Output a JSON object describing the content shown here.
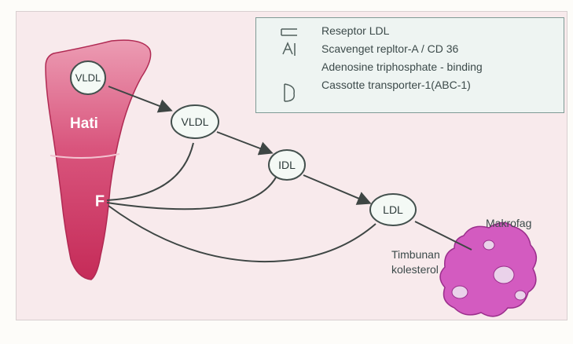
{
  "legend": {
    "items": [
      {
        "icon": "ldl-receptor-icon",
        "label": "Reseptor LDL"
      },
      {
        "icon": "scavenger-receptor-icon",
        "label": "Scavenget repltor-A / CD 36"
      },
      {
        "icon": "",
        "label": "Adenosine triphosphate - binding"
      },
      {
        "icon": "abc-transporter-icon",
        "label": "Cassotte transporter-1(ABC-1)"
      }
    ]
  },
  "liver": {
    "label": "Hati",
    "lower_label": "F",
    "vldl": "VLDL"
  },
  "nodes": {
    "vldl": "VLDL",
    "idl": "IDL",
    "ldl": "LDL"
  },
  "macrophage": {
    "label": "Makrofag",
    "accumulation_line1": "Timbunan",
    "accumulation_line2": "kolesterol"
  },
  "colors": {
    "liver_top": "#e88aa5",
    "liver_bottom": "#c8305c",
    "macrophage": "#d35bc0",
    "node_fill": "#f4f9f5",
    "node_stroke": "#43504d",
    "arrow": "#3e4644"
  }
}
